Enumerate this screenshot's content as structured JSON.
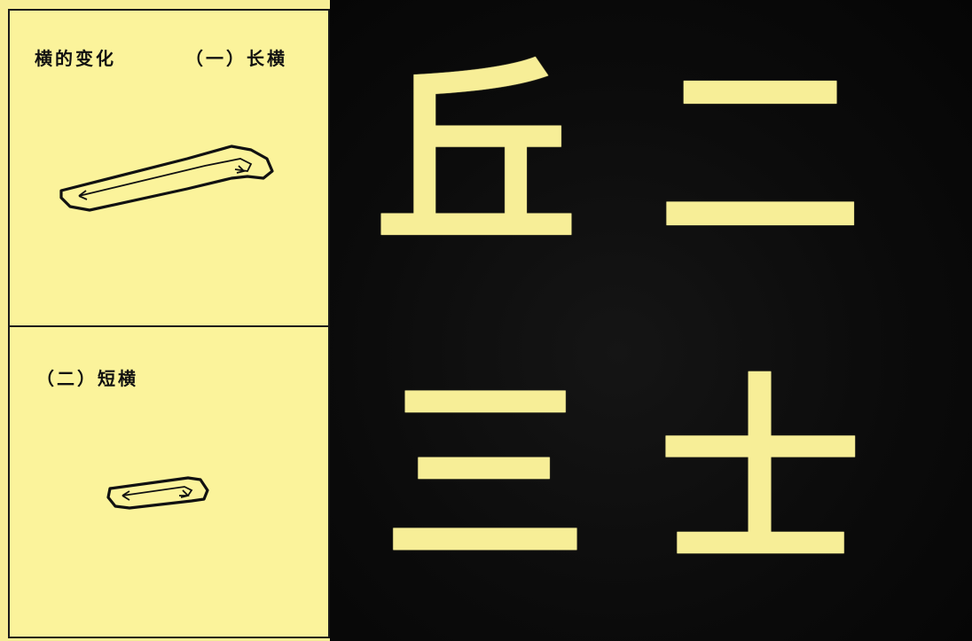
{
  "left_panel": {
    "top": {
      "title": "横的变化",
      "subtitle": "（一）长横",
      "diagram_icon": "long-horizontal-stroke-diagram"
    },
    "bottom": {
      "subtitle": "（二）短横",
      "diagram_icon": "short-horizontal-stroke-diagram"
    }
  },
  "right_panel": {
    "characters": [
      "丘",
      "二",
      "三",
      "士"
    ]
  },
  "colors": {
    "paper": "#f7ee97",
    "ink": "#111111",
    "background": "#0b0b0b"
  }
}
